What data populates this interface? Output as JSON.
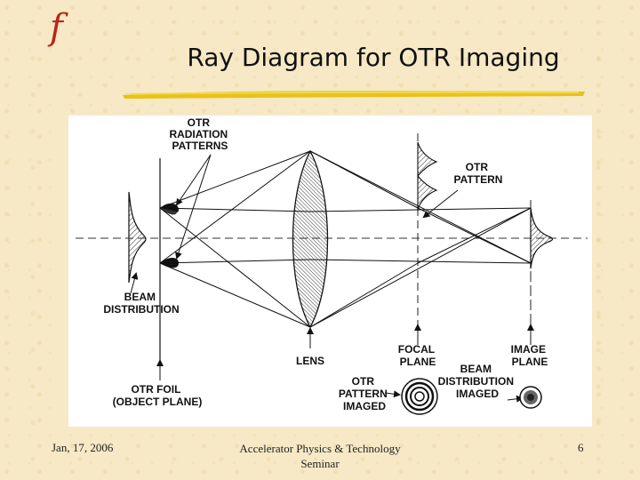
{
  "slide": {
    "logo": "f",
    "title": "Ray Diagram for OTR Imaging"
  },
  "diagram": {
    "labels": {
      "otr_radiation_patterns": [
        "OTR",
        "RADIATION",
        "PATTERNS"
      ],
      "otr_pattern": [
        "OTR",
        "PATTERN"
      ],
      "beam_distribution": [
        "BEAM",
        "DISTRIBUTION"
      ],
      "lens": "LENS",
      "focal_plane": [
        "FOCAL",
        "PLANE"
      ],
      "image_plane": [
        "IMAGE",
        "PLANE"
      ],
      "beam_distribution_imaged": [
        "BEAM",
        "DISTRIBUTION",
        "IMAGED"
      ],
      "otr_pattern_imaged": [
        "OTR",
        "PATTERN",
        "IMAGED"
      ],
      "otr_foil": [
        "OTR FOIL",
        "(OBJECT PLANE)"
      ]
    }
  },
  "footer": {
    "date": "Jan, 17, 2006",
    "center_line1": "Accelerator Physics & Technology",
    "center_line2": "Seminar",
    "page": "6"
  },
  "colors": {
    "logo": "#b8261a",
    "underline": "#e8c21c",
    "background": "#f7e9c6"
  }
}
